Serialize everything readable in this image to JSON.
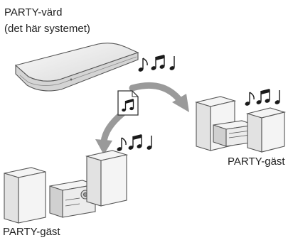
{
  "host": {
    "title": "PARTY-värd",
    "subtitle": "(det här systemet)"
  },
  "guest_right": {
    "label": "PARTY-gäst"
  },
  "guest_left": {
    "label": "PARTY-gäst"
  },
  "colors": {
    "outline": "#555555",
    "arrow": "#9a9a9a",
    "device_light": "#f4f4f4",
    "device_mid": "#e2e2e2",
    "device_dark": "#bdbdbd",
    "note": "#1a1a1a"
  },
  "icons": [
    "music-notes-icon",
    "music-file-icon",
    "curved-arrow-icon"
  ]
}
